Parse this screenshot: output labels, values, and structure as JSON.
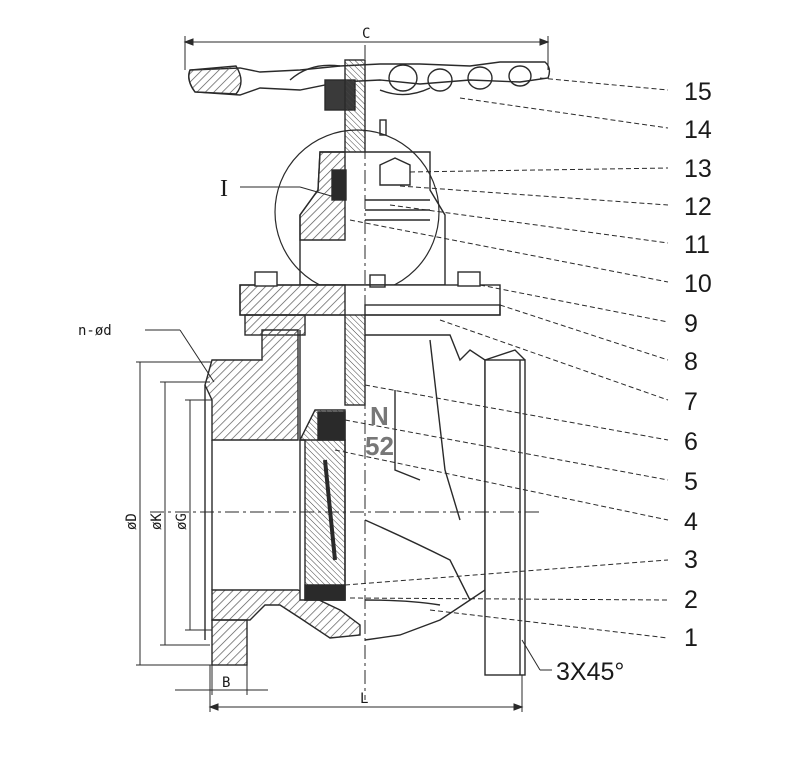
{
  "diagram": {
    "part_numbers": [
      "15",
      "14",
      "13",
      "12",
      "11",
      "10",
      "9",
      "8",
      "7",
      "6",
      "5",
      "4",
      "3",
      "2",
      "1"
    ],
    "dimensions": {
      "c": "C",
      "l": "L",
      "b": "B",
      "od": "øD",
      "ok": "øK",
      "og": "øG",
      "nod": "n-ød",
      "chamfer": "3X45°",
      "detail": "I"
    },
    "casting_marks": [
      "N",
      "52"
    ],
    "colors": {
      "line": "#2a2a2a",
      "hatch": "#555555",
      "fill_dark": "#3a3a3a"
    }
  }
}
